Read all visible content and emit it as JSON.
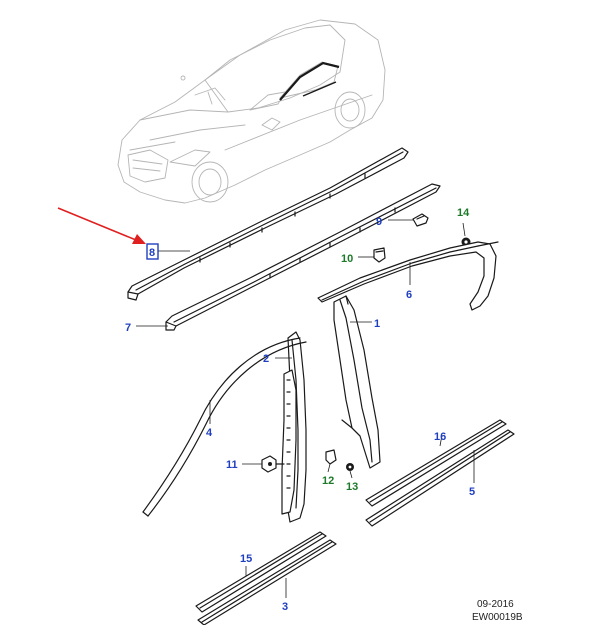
{
  "colors": {
    "part_number_blue": "#1f3fbf",
    "part_number_green": "#1e7a2a",
    "highlight_arrow": "#e02020",
    "line": "#1a1a1a",
    "car_outline": "#b5b5b5"
  },
  "callouts": [
    {
      "id": "8",
      "label": "8",
      "color": "blue",
      "highlighted": true
    },
    {
      "id": "7",
      "label": "7",
      "color": "blue"
    },
    {
      "id": "9",
      "label": "9",
      "color": "blue"
    },
    {
      "id": "14",
      "label": "14",
      "color": "green"
    },
    {
      "id": "10",
      "label": "10",
      "color": "green"
    },
    {
      "id": "6",
      "label": "6",
      "color": "blue"
    },
    {
      "id": "1",
      "label": "1",
      "color": "blue"
    },
    {
      "id": "2",
      "label": "2",
      "color": "blue"
    },
    {
      "id": "4",
      "label": "4",
      "color": "blue"
    },
    {
      "id": "11",
      "label": "11",
      "color": "blue"
    },
    {
      "id": "12",
      "label": "12",
      "color": "green"
    },
    {
      "id": "13",
      "label": "13",
      "color": "green"
    },
    {
      "id": "16",
      "label": "16",
      "color": "blue"
    },
    {
      "id": "5",
      "label": "5",
      "color": "blue"
    },
    {
      "id": "15",
      "label": "15",
      "color": "blue"
    },
    {
      "id": "3",
      "label": "3",
      "color": "blue"
    }
  ],
  "footer": {
    "date": "09-2016",
    "code": "EW00019B"
  }
}
